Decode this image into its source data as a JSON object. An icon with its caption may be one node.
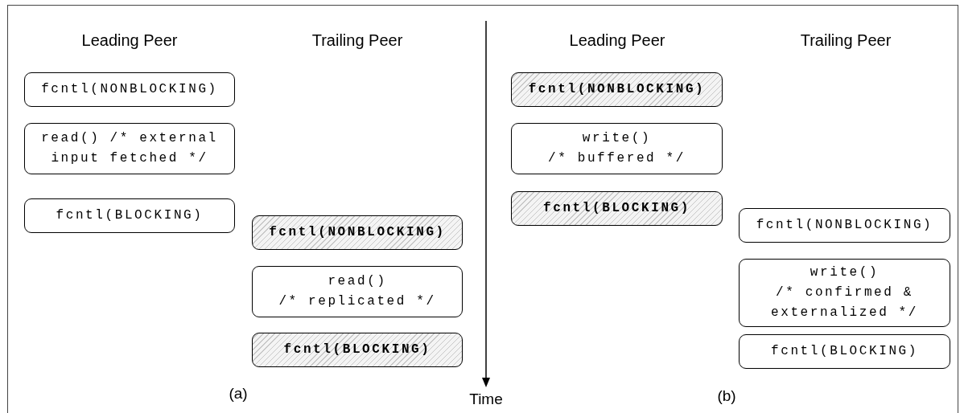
{
  "diagram": {
    "nodes": [
      {
        "text": [
          "fcntl(NONBLOCKING)"
        ]
      },
      {
        "text": [
          "read() /* external input fetched */"
        ]
      },
      {
        "text": [
          "fcntl(BLOCKING)"
        ]
      },
      {
        "text": [
          "fcntl(NONBLOCKING)"
        ]
      },
      {
        "text": [
          "read() /* replicated */"
        ]
      },
      {
        "text": [
          "fcntl(BLOCKING)"
        ]
      },
      {
        "text": [
          "fcntl(NONBLOCKING)"
        ]
      },
      {
        "text": [
          "write() /* buffered */"
        ]
      },
      {
        "text": [
          "fcntl(BLOCKING)"
        ]
      },
      {
        "text": [
          "fcntl(NONBLOCKING)"
        ]
      },
      {
        "text": [
          "write() /* confirmed & externalized */"
        ]
      },
      {
        "text": [
          "fcntl(BLOCKING)"
        ]
      }
    ],
    "labels": [
      "Leading Peer",
      "Trailing Peer",
      "Leading Peer",
      "Trailing Peer",
      "(a)",
      "Time",
      "(b)"
    ]
  }
}
